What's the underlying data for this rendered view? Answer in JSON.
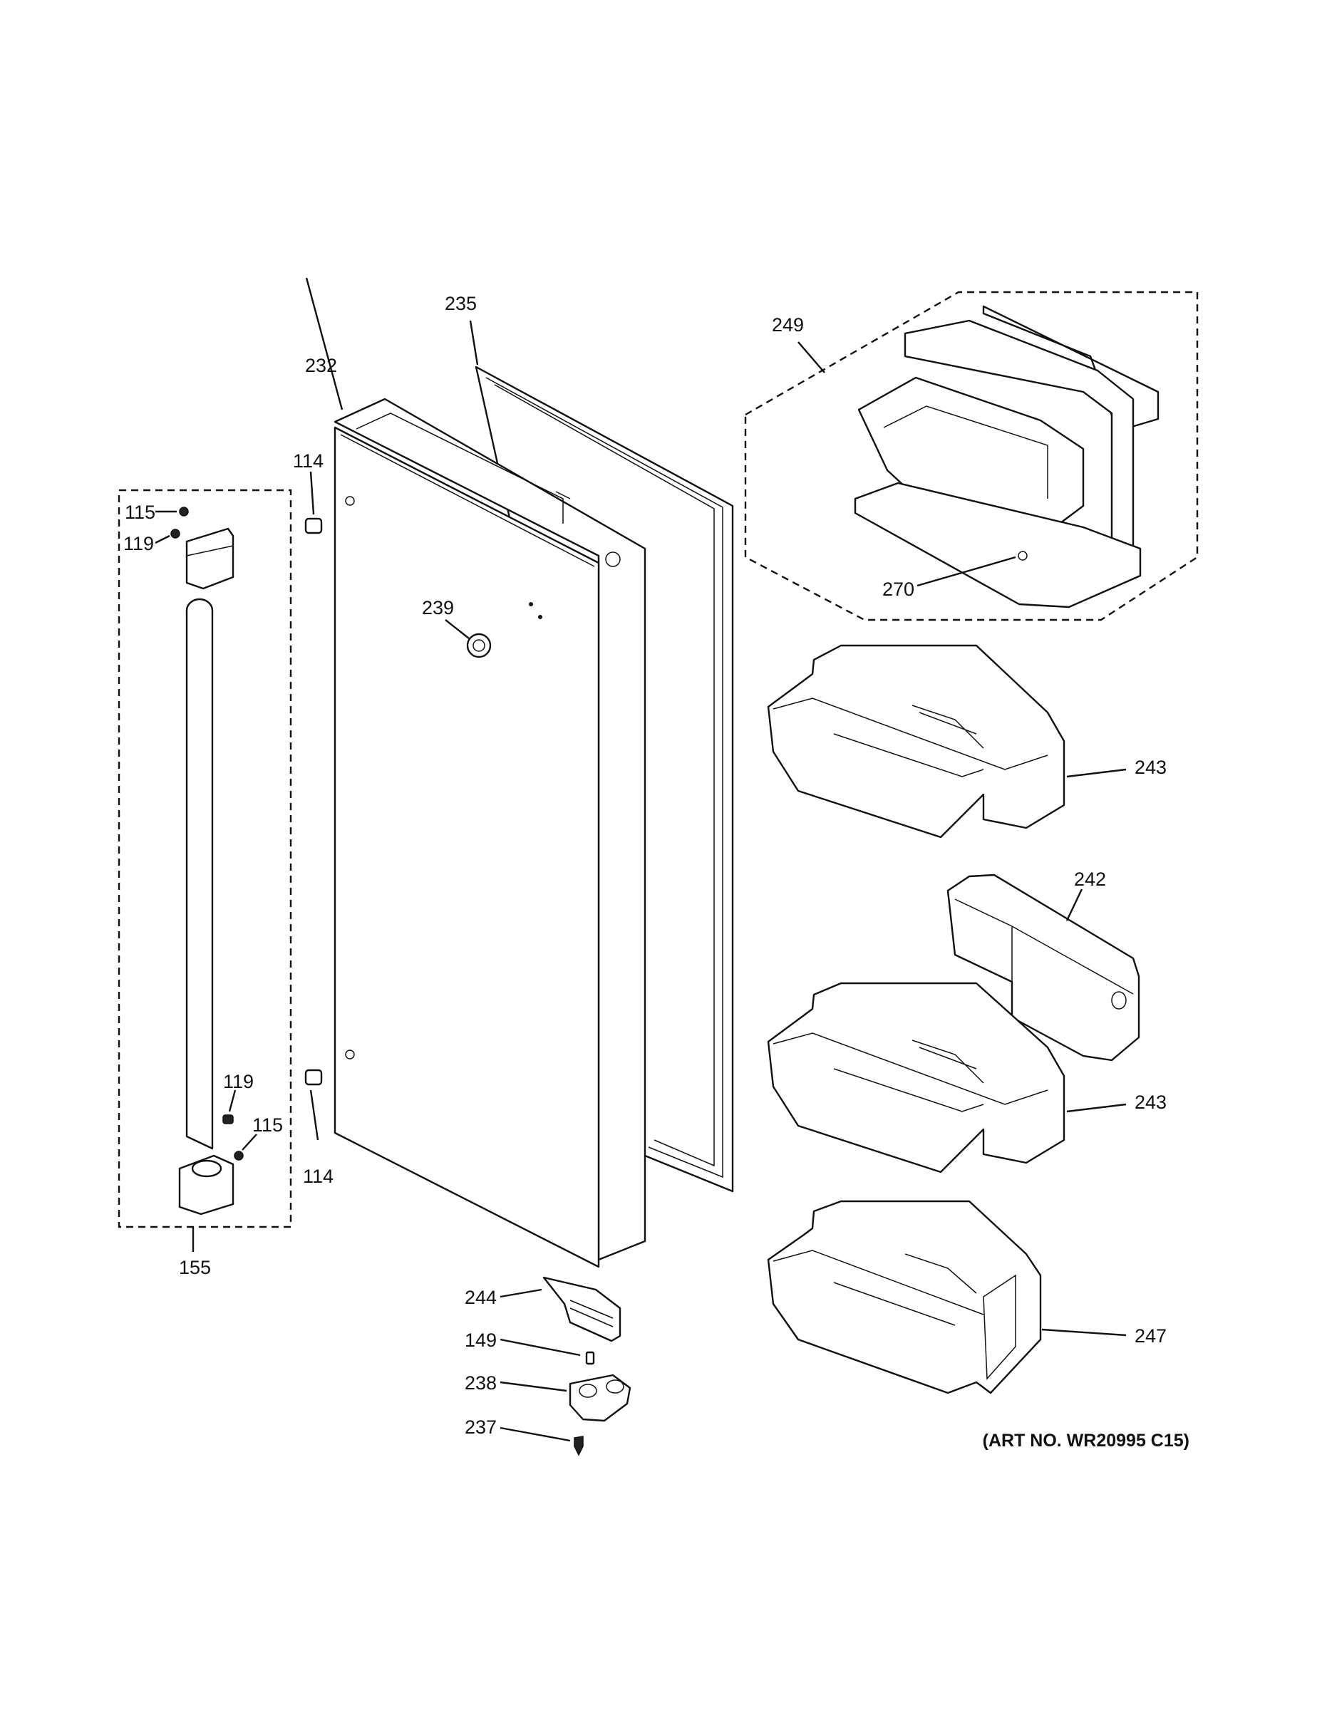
{
  "labels": {
    "p114a": "114",
    "p114b": "114",
    "p115a": "115",
    "p115b": "115",
    "p119a": "119",
    "p119b": "119",
    "p149": "149",
    "p155": "155",
    "p232": "232",
    "p235": "235",
    "p237": "237",
    "p238": "238",
    "p239": "239",
    "p242": "242",
    "p243a": "243",
    "p243b": "243",
    "p244": "244",
    "p247": "247",
    "p249": "249",
    "p270": "270"
  },
  "art_number": "(ART NO. WR20995 C15)"
}
